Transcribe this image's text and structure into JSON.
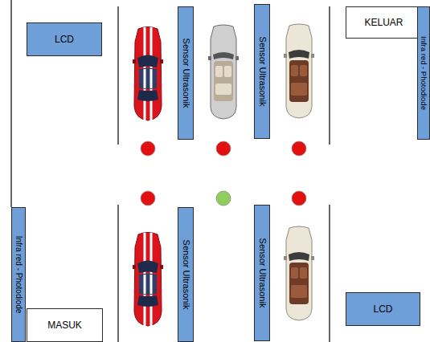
{
  "diagram": {
    "nodes": [
      {
        "text": [
          "LCD"
        ]
      },
      {
        "text": [
          "Sensor Ultrasonik"
        ]
      },
      {
        "text": [
          "Sensor Ultrasonik"
        ]
      },
      {
        "text": [
          "KELUAR"
        ]
      },
      {
        "text": [
          "Infra red - Photodiode"
        ]
      },
      {
        "text": [
          "Infra red - Photodiode"
        ]
      },
      {
        "text": [
          "Sensor Ultrasonik"
        ]
      },
      {
        "text": [
          "Sensor Ultrasonik"
        ]
      },
      {
        "text": [
          "MASUK"
        ]
      },
      {
        "text": [
          "LCD"
        ]
      }
    ]
  }
}
